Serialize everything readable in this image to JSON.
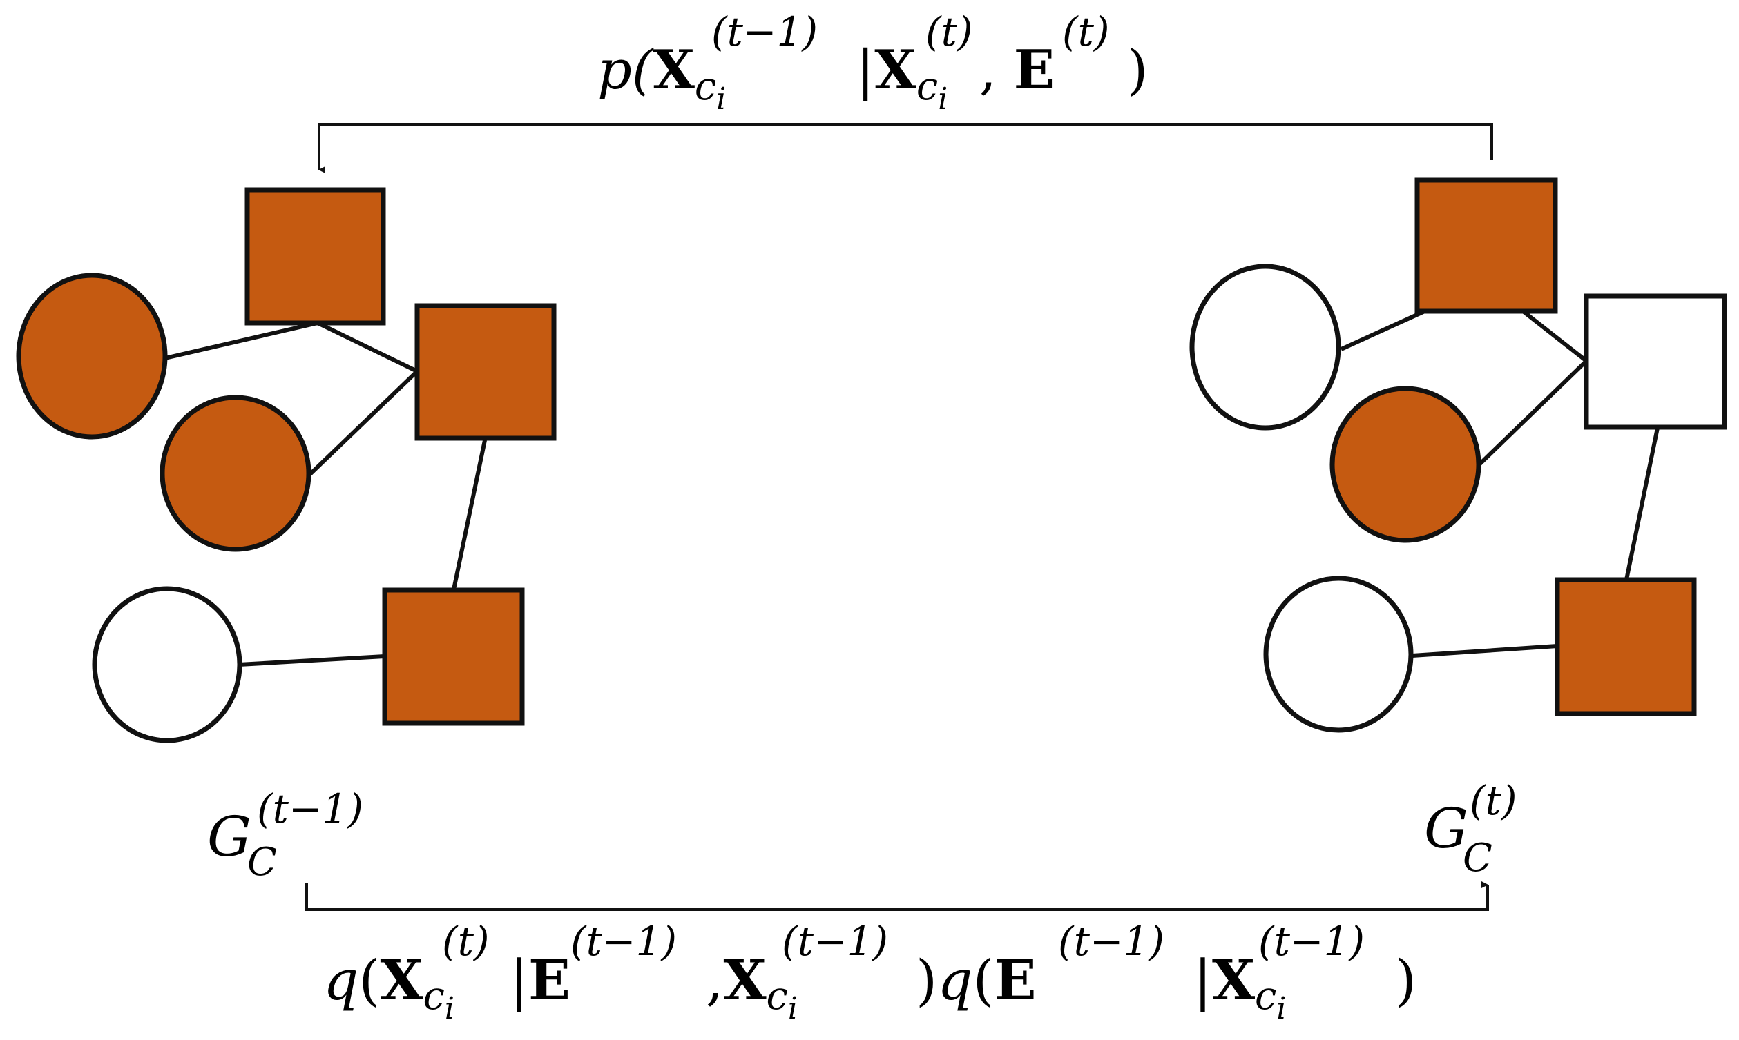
{
  "colors": {
    "filled": "#C55A11",
    "empty": "#FFFFFF",
    "stroke": "#111111"
  },
  "formulas": {
    "reverse": {
      "prefix": "p(",
      "X": "X",
      "sub_c": "c",
      "sub_i": "i",
      "sup_prev": "(t−1)",
      "bar": "|",
      "sup_cur": "(t)",
      "comma": ", ",
      "E": "E",
      "close": ")"
    },
    "forward": {
      "q": "q",
      "open": "(",
      "X": "X",
      "E": "E",
      "sub_c": "c",
      "sub_i": "i",
      "sup_cur": "(t)",
      "sup_prev": "(t−1)",
      "bar": "|",
      "comma": ",",
      "close": ")"
    }
  },
  "graphs": {
    "left": {
      "name": "G",
      "sub": "C",
      "sup": "(t−1)",
      "nodes": [
        {
          "id": "A",
          "shape": "square",
          "filled": true
        },
        {
          "id": "B",
          "shape": "circle",
          "filled": true
        },
        {
          "id": "C",
          "shape": "circle",
          "filled": true
        },
        {
          "id": "D",
          "shape": "square",
          "filled": true
        },
        {
          "id": "E",
          "shape": "circle",
          "filled": false
        },
        {
          "id": "F",
          "shape": "square",
          "filled": true
        }
      ]
    },
    "right": {
      "name": "G",
      "sub": "C",
      "sup": "(t)",
      "nodes": [
        {
          "id": "A",
          "shape": "square",
          "filled": true
        },
        {
          "id": "B",
          "shape": "circle",
          "filled": false
        },
        {
          "id": "C",
          "shape": "circle",
          "filled": true
        },
        {
          "id": "D",
          "shape": "square",
          "filled": false
        },
        {
          "id": "E",
          "shape": "circle",
          "filled": false
        },
        {
          "id": "F",
          "shape": "square",
          "filled": true
        }
      ]
    }
  }
}
